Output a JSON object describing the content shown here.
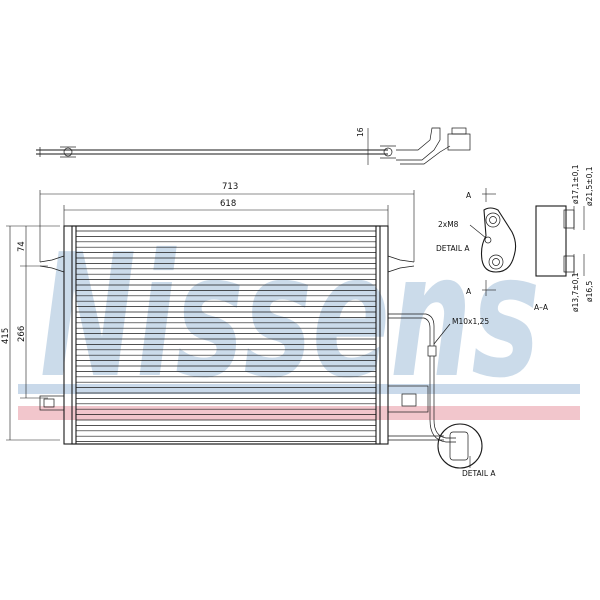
{
  "watermark": {
    "text": "Nissens",
    "color": "#b9cfe3",
    "band_blue": "#c9d9ea",
    "band_red": "#f2c6cc"
  },
  "dimensions": {
    "overall_width": "713",
    "core_width": "618",
    "total_height": "415",
    "mid_height": "266",
    "top_offset": "74",
    "side_thickness": "16"
  },
  "labels": {
    "thread_bolt": "2xM8",
    "detail_a_top": "DETAIL A",
    "section_letter_top": "A",
    "section_letter_bottom": "A",
    "section_title": "A–A",
    "fitting_thread": "M10x1,25",
    "detail_a_bottom": "DETAIL A"
  },
  "section_dims": {
    "d1": "ø17,1±0,1",
    "d2": "ø21,5±0,1",
    "d3": "ø13,7±0,1",
    "d4": "ø16,5"
  }
}
